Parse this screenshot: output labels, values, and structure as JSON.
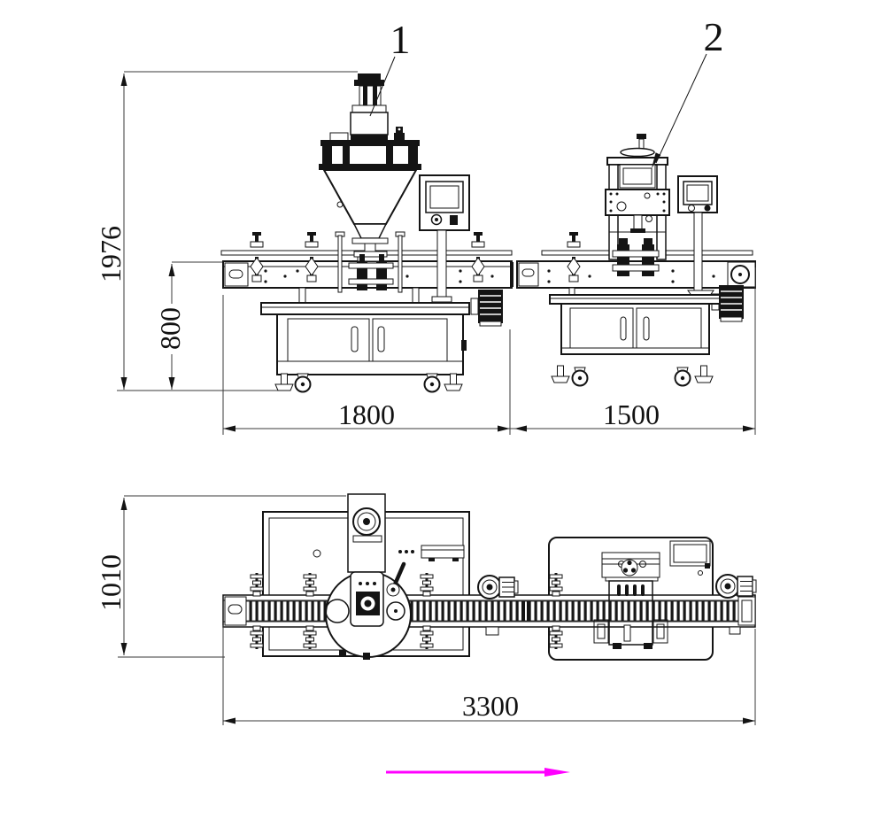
{
  "drawing": {
    "background": "#ffffff",
    "line_color": "#141414"
  },
  "labels": {
    "part1": "1",
    "part2": "2"
  },
  "front_view": {
    "overall_height": "1976",
    "working_height": "800",
    "machine1_width": "1800",
    "machine2_width": "1500"
  },
  "plan_view": {
    "depth": "1010",
    "total_length": "3300"
  },
  "flow_arrow": {
    "color": "#ff00ff",
    "direction": "right"
  }
}
